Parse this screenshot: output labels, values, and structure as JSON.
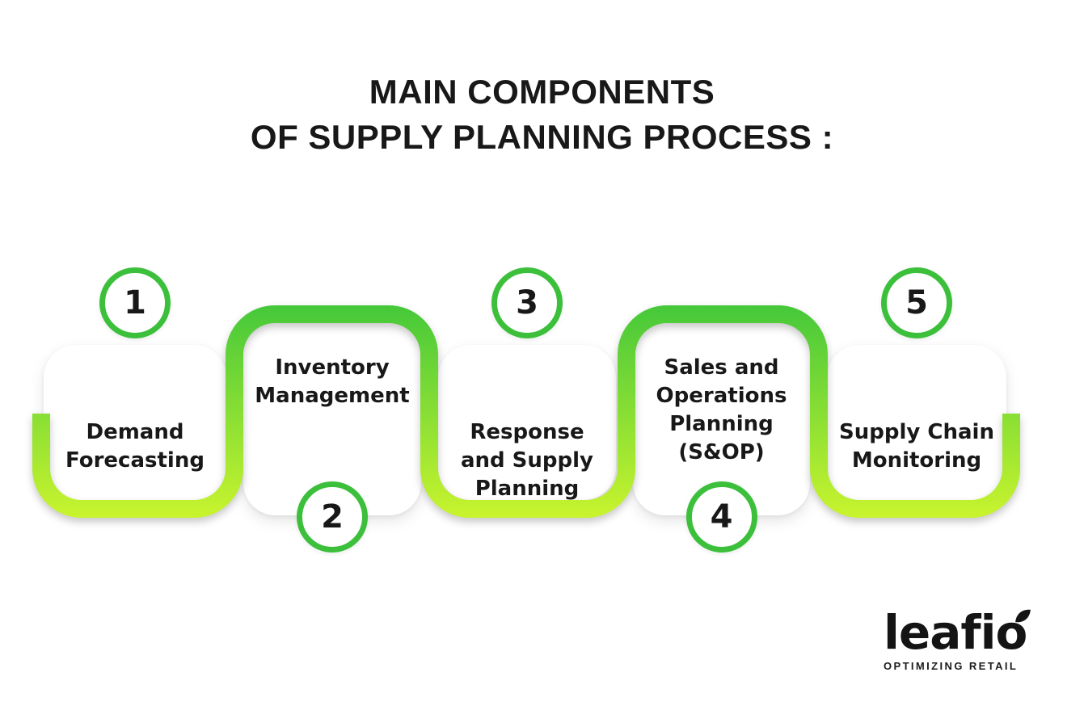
{
  "title": {
    "line1": "MAIN COMPONENTS",
    "line2": "OF SUPPLY PLANNING PROCESS :"
  },
  "steps": [
    {
      "number": "1",
      "lines": [
        "Demand",
        "Forecasting"
      ]
    },
    {
      "number": "2",
      "lines": [
        "Inventory",
        "Management"
      ]
    },
    {
      "number": "3",
      "lines": [
        "Response",
        "and Supply",
        "Planning"
      ]
    },
    {
      "number": "4",
      "lines": [
        "Sales and",
        "Operations",
        "Planning",
        "(S&OP)"
      ]
    },
    {
      "number": "5",
      "lines": [
        "Supply Chain",
        "Monitoring"
      ]
    }
  ],
  "logo": {
    "name": "leafio",
    "tagline": "OPTIMIZING RETAIL"
  },
  "colors": {
    "path_gradient_start": "#45c83a",
    "path_gradient_end": "#c9f42e",
    "circle_ring": "#3cc03c",
    "text": "#181818",
    "background": "#ffffff"
  }
}
